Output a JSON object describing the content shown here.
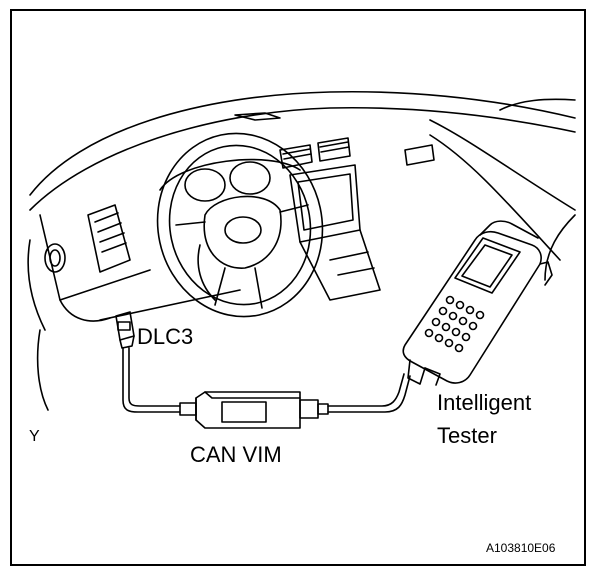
{
  "labels": {
    "dlc3": "DLC3",
    "can_vim": "CAN VIM",
    "tester_line1": "Intelligent",
    "tester_line2": "Tester",
    "corner_mark": "Y",
    "figure_code": "A103810E06"
  },
  "colors": {
    "line": "#000000",
    "background": "#ffffff"
  }
}
